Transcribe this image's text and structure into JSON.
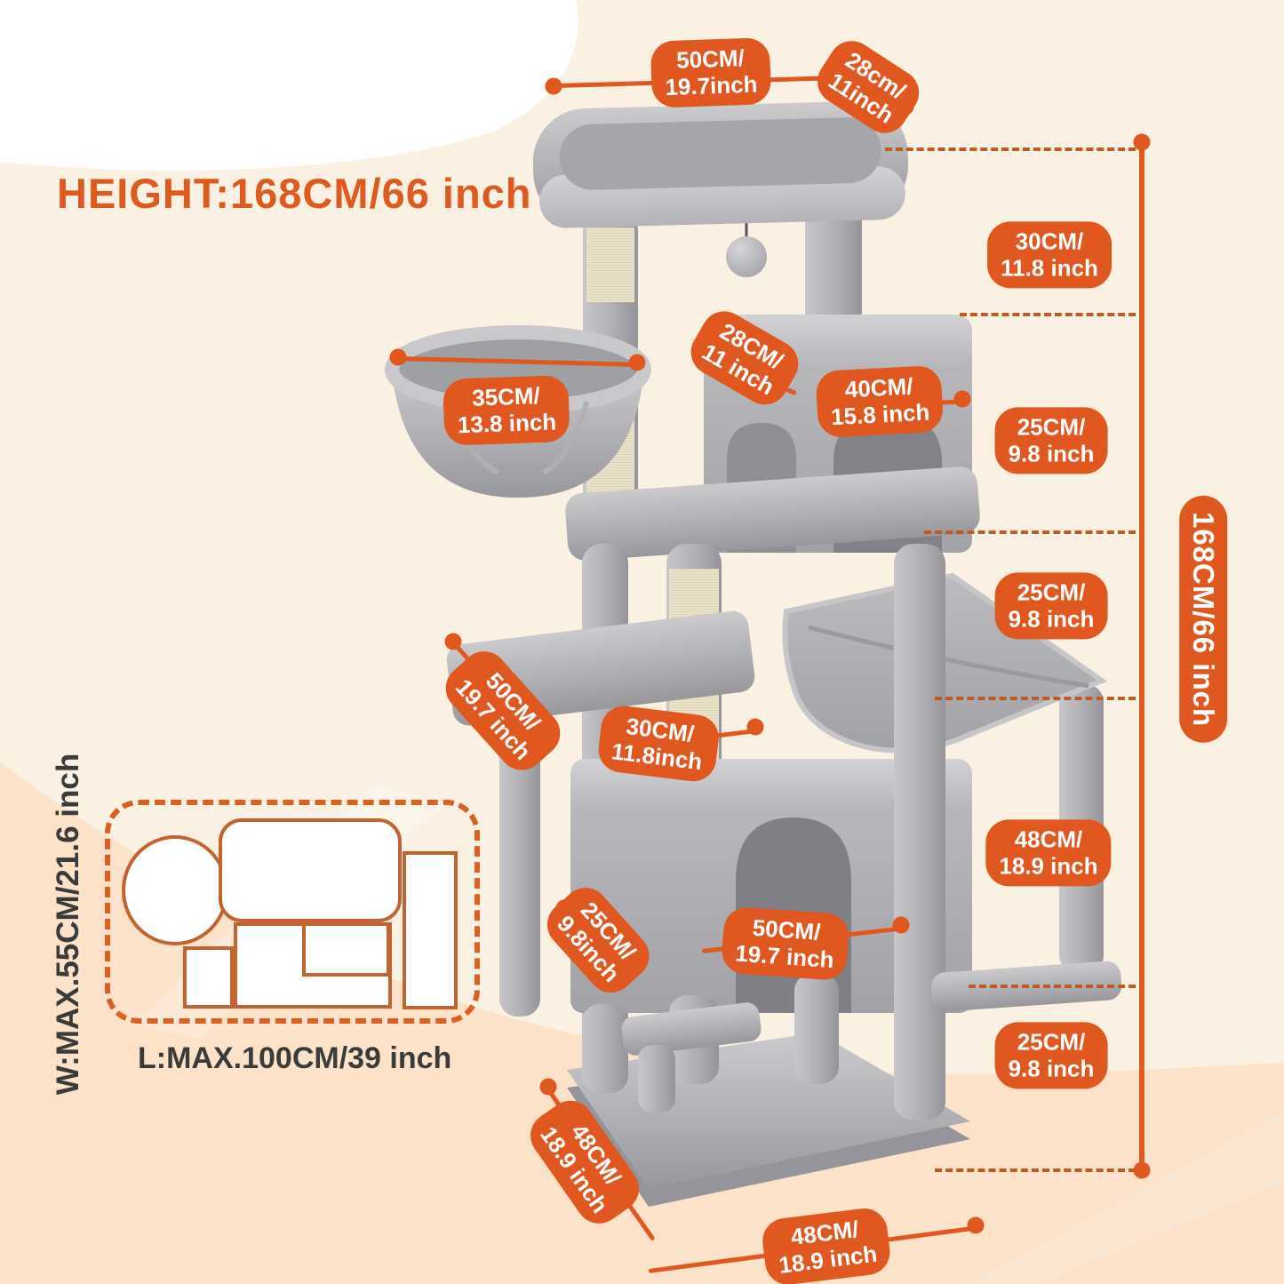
{
  "header": {
    "height_title": "HEIGHT:168CM/66 inch"
  },
  "dims": {
    "top_width": {
      "line1": "50CM/",
      "line2": "19.7inch"
    },
    "top_depth": {
      "line1": "28cm/",
      "line2": "11inch"
    },
    "top_to_condo_roof": {
      "line1": "30CM/",
      "line2": "11.8 inch"
    },
    "basket_diameter": {
      "line1": "35CM/",
      "line2": "13.8 inch"
    },
    "upper_condo_depth": {
      "line1": "28CM/",
      "line2": "11 inch"
    },
    "upper_condo_width": {
      "line1": "40CM/",
      "line2": "15.8 inch"
    },
    "roof_to_platform": {
      "line1": "25CM/",
      "line2": "9.8 inch"
    },
    "total_height": {
      "text": "168CM/66 inch"
    },
    "platform_to_hammock": {
      "line1": "25CM/",
      "line2": "9.8 inch"
    },
    "left_platform_width": {
      "line1": "50CM/",
      "line2": "19.7 inch"
    },
    "left_platform_depth": {
      "line1": "30CM/",
      "line2": "11.8inch"
    },
    "hammock_to_step": {
      "line1": "48CM/",
      "line2": "18.9 inch"
    },
    "lower_condo_depth": {
      "line1": "25CM/",
      "line2": "9.8inch"
    },
    "lower_condo_width": {
      "line1": "50CM/",
      "line2": "19.7 inch"
    },
    "step_to_base": {
      "line1": "25CM/",
      "line2": "9.8 inch"
    },
    "base_depth": {
      "line1": "48CM/",
      "line2": "18.9 inch"
    },
    "base_width": {
      "line1": "48CM/",
      "line2": "18.9 inch"
    }
  },
  "footprint": {
    "width_label": "W:MAX.55CM/21.6 inch",
    "length_label": "L:MAX.100CM/39 inch"
  },
  "colors": {
    "accent_orange": "#e0571f",
    "dashed_line": "#c05a24",
    "background_cream": "#faf1e2",
    "background_peach": "#fbe2c9",
    "plush_gray": "#b3b3b6",
    "sisal_cream": "#eee7d0",
    "text_dark": "#3b3b3b"
  }
}
